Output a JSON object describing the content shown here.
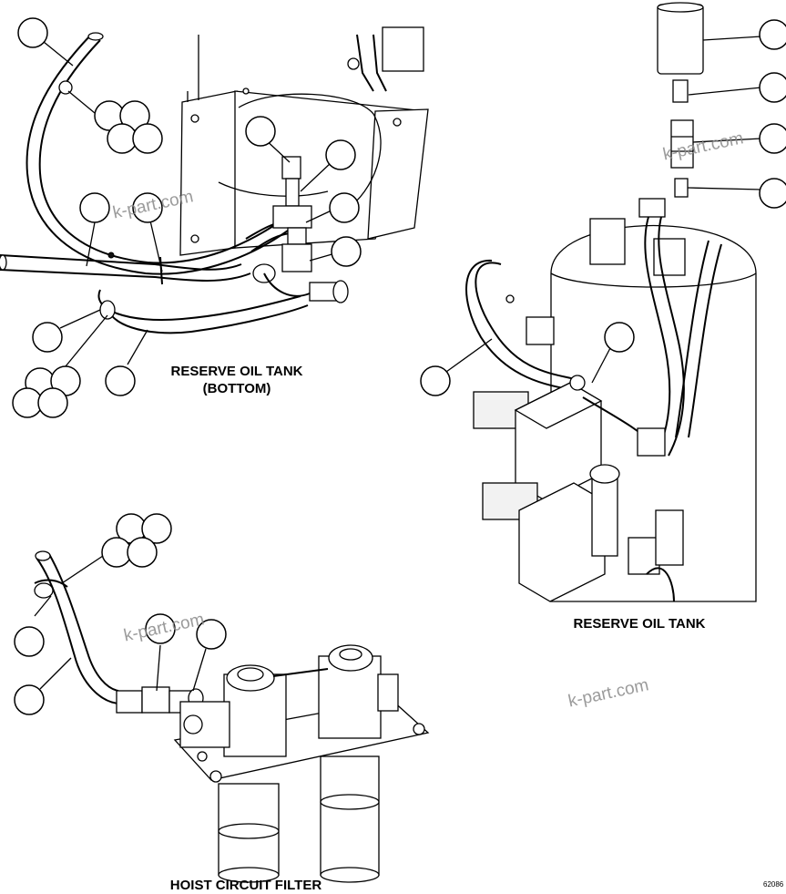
{
  "captions": {
    "reserve_tank_bottom_line1": "RESERVE OIL TANK",
    "reserve_tank_bottom_line2": "(BOTTOM)",
    "reserve_tank": "RESERVE OIL TANK",
    "hoist_filter": "HOIST CIRCUIT FILTER"
  },
  "watermark": "k-part.com",
  "drawing_number": "62086"
}
